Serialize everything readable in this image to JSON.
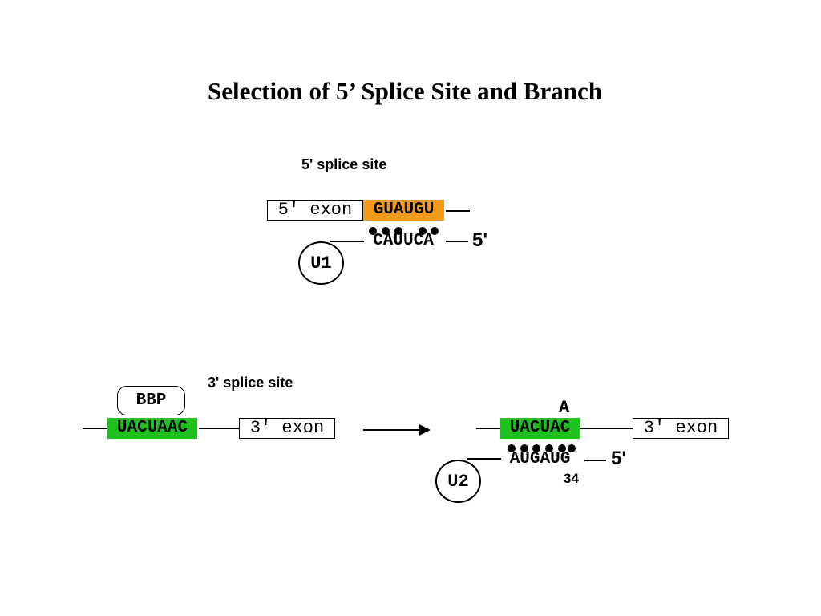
{
  "title": "Selection of 5’ Splice Site and Branch",
  "five_splice": {
    "label": "5' splice site",
    "exon_label": "5' exon",
    "intron_seq": "GUAUGU",
    "u1_seq": "CAUUCA",
    "u1_end": "5'",
    "u1_label": "U1"
  },
  "three_splice": {
    "label": "3' splice site",
    "bbp_label": "BBP",
    "branch_seq": "UACUAAC",
    "exon_label": "3' exon",
    "after": {
      "bulged_a": "A",
      "branch_seq": "UACUAC",
      "exon_label": "3' exon",
      "u2_seq": "AUGAUG",
      "u2_end": "5'",
      "position_number": "34",
      "u2_label": "U2"
    }
  },
  "colors": {
    "five_site_highlight": "#f39a1c",
    "branch_highlight": "#1ec21e"
  }
}
